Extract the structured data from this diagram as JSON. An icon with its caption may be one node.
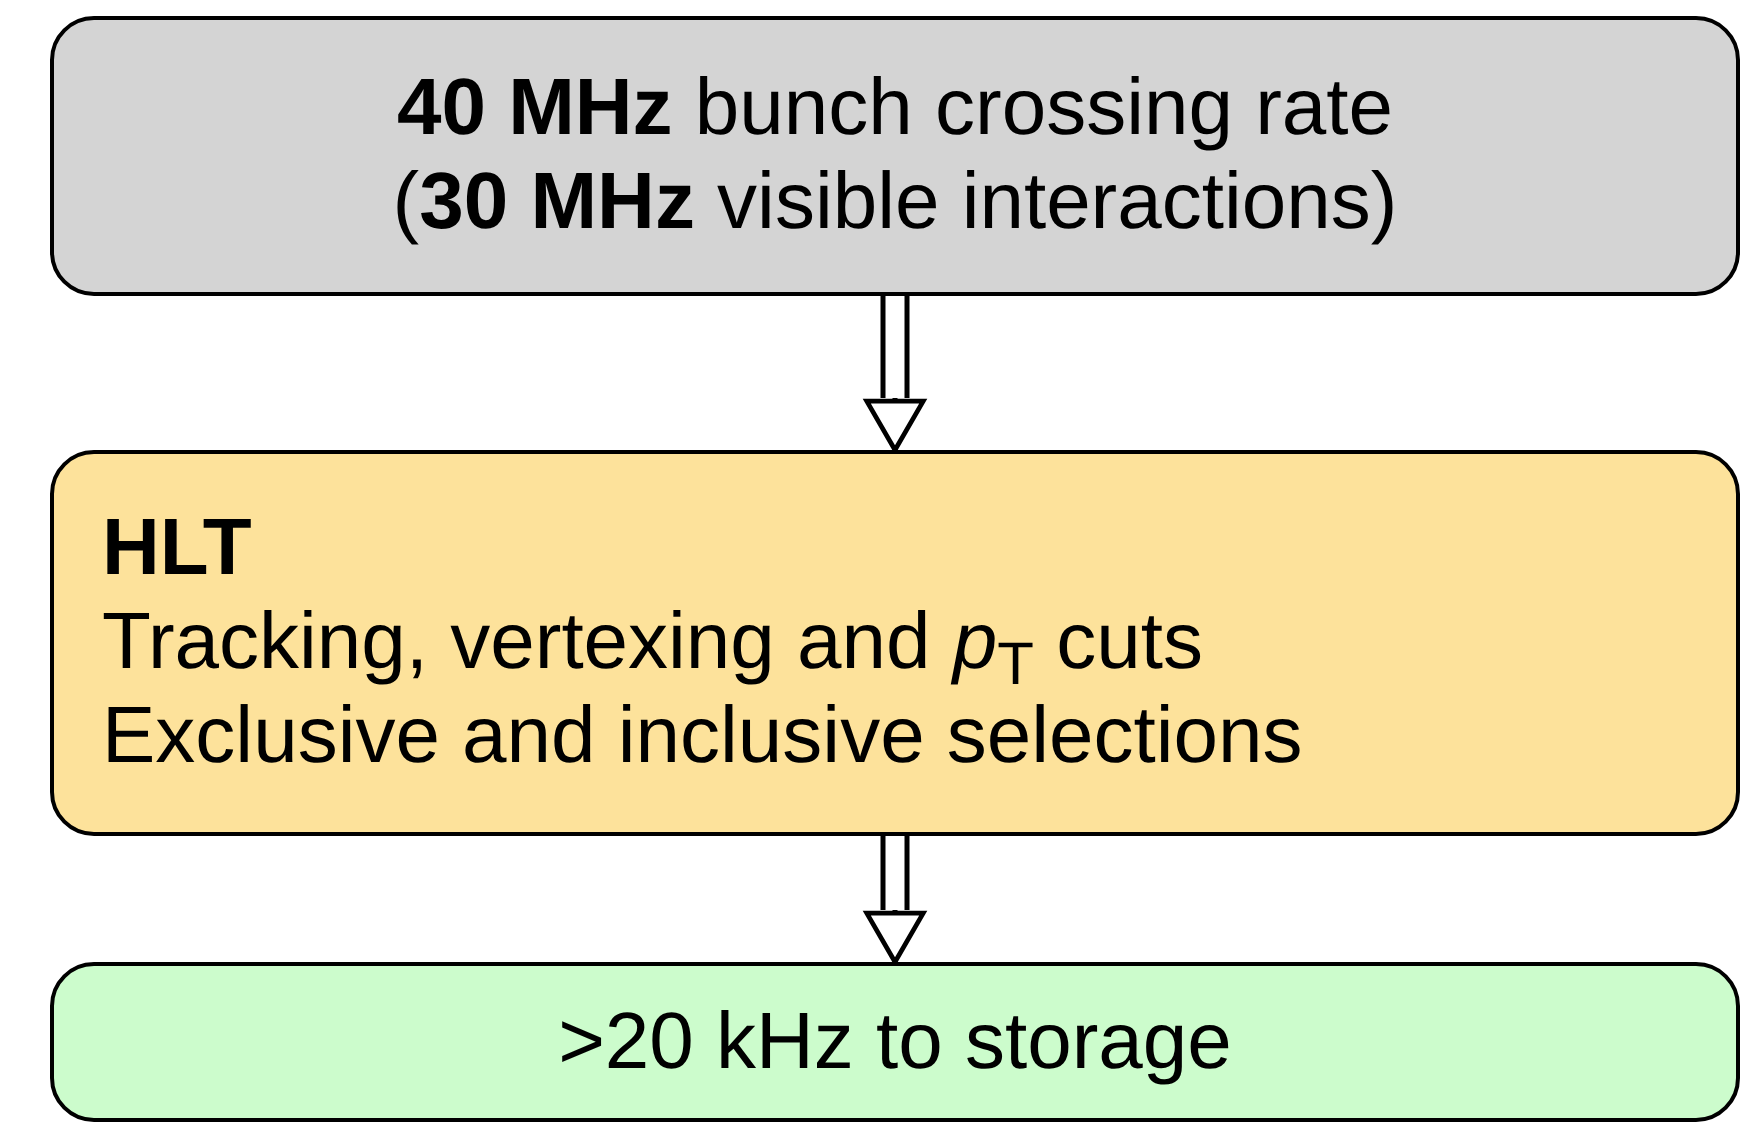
{
  "diagram": {
    "nodes": [
      {
        "text": [
          "**40 MHz** bunch crossing rate (**30 MHz** visible interactions)"
        ]
      },
      {
        "text": [
          "HLT",
          "Tracking, vertexing and *p*$_{T}$ cuts",
          "Exclusive and inclusive selections"
        ]
      },
      {
        "text": [
          ">20 kHz to storage"
        ]
      }
    ],
    "edges": [
      {
        "from": 0,
        "to": 1,
        "arrow": "to"
      },
      {
        "from": 1,
        "to": 2,
        "arrow": "to"
      }
    ]
  }
}
